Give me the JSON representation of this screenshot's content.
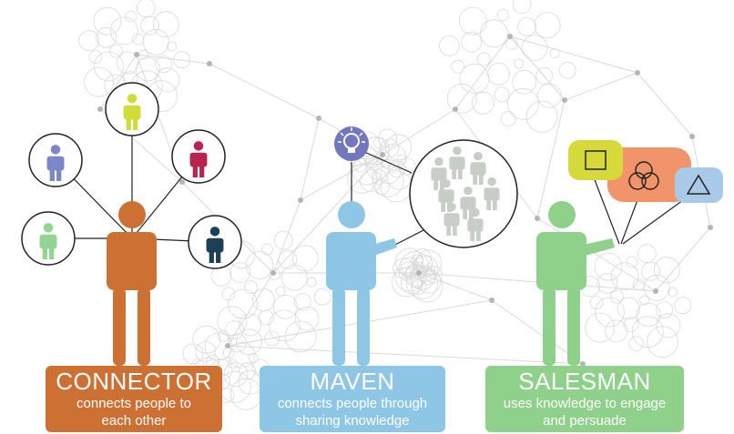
{
  "roles": [
    {
      "id": "connector",
      "title": "CONNECTOR",
      "description_line1": "connects people to",
      "description_line2": "each other",
      "color": "#cd7034"
    },
    {
      "id": "maven",
      "title": "MAVEN",
      "description_line1": "connects people through",
      "description_line2": "sharing knowledge",
      "color": "#8ec6e6"
    },
    {
      "id": "salesman",
      "title": "SALESMAN",
      "description_line1": "uses knowledge to engage",
      "description_line2": "and persuade",
      "color": "#8fd08a"
    }
  ],
  "connector_contacts": [
    {
      "color": "#7b87c6",
      "icon": "person-icon"
    },
    {
      "color": "#d0dc3a",
      "icon": "person-icon"
    },
    {
      "color": "#b52550",
      "icon": "person-icon"
    },
    {
      "color": "#92d492",
      "icon": "person-icon"
    },
    {
      "color": "#1d3f57",
      "icon": "person-icon"
    }
  ],
  "maven_icons": {
    "idea": "lightbulb-icon",
    "idea_color": "#7377bd",
    "crowd": "crowd-icon",
    "crowd_color": "#c7cec5"
  },
  "salesman_icons": {
    "square_color": "#d7d93a",
    "circles_color": "#f2946a",
    "triangle_color": "#a9c9e9"
  },
  "background_color": "#d9d9d9"
}
